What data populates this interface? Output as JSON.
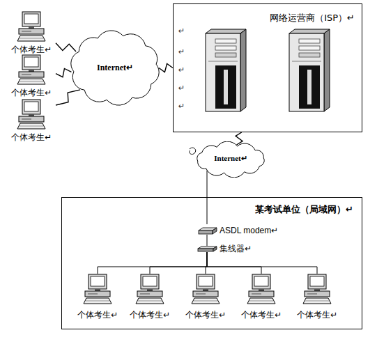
{
  "diagram": {
    "nodes": [
      {
        "text": [
          "个体考生↵"
        ]
      },
      {
        "text": [
          "个体考生↵"
        ]
      },
      {
        "text": [
          "个体考生↵"
        ]
      },
      {
        "text": [
          "Internet↵"
        ]
      },
      {
        "text": [
          "网络运营商（ISP）↵"
        ]
      },
      {
        "text": [
          "Internet↵"
        ]
      },
      {
        "text": [
          "某考试单位（局域网）↵"
        ]
      },
      {
        "text": [
          "ASDL modem↵"
        ],
        "in": 6
      },
      {
        "text": [
          "集线器↵"
        ],
        "in": 6
      },
      {
        "text": [
          "个体考生↵"
        ],
        "in": 6
      },
      {
        "text": [
          "个体考生↵"
        ],
        "in": 6
      },
      {
        "text": [
          "个体考生↵"
        ],
        "in": 6
      },
      {
        "text": [
          "个体考生↵"
        ],
        "in": 6
      },
      {
        "text": [
          "个体考生↵"
        ],
        "in": 6
      }
    ],
    "edges": [
      {
        "from": 0,
        "to": 3,
        "arrow": "none"
      },
      {
        "from": 1,
        "to": 3,
        "arrow": "none"
      },
      {
        "from": 2,
        "to": 3,
        "arrow": "none"
      },
      {
        "from": 3,
        "to": 4,
        "arrow": "none"
      },
      {
        "from": 4,
        "to": 5,
        "arrow": "none"
      },
      {
        "from": 5,
        "to": 7,
        "arrow": "none"
      },
      {
        "from": 7,
        "to": 8,
        "arrow": "none"
      },
      {
        "from": 8,
        "to": 9,
        "arrow": "none"
      },
      {
        "from": 8,
        "to": 10,
        "arrow": "none"
      },
      {
        "from": 8,
        "to": 11,
        "arrow": "none"
      },
      {
        "from": 8,
        "to": 12,
        "arrow": "none"
      },
      {
        "from": 8,
        "to": 13,
        "arrow": "none"
      }
    ],
    "labels": [
      "↵",
      "↵",
      "↵",
      "↵",
      "↵"
    ]
  }
}
